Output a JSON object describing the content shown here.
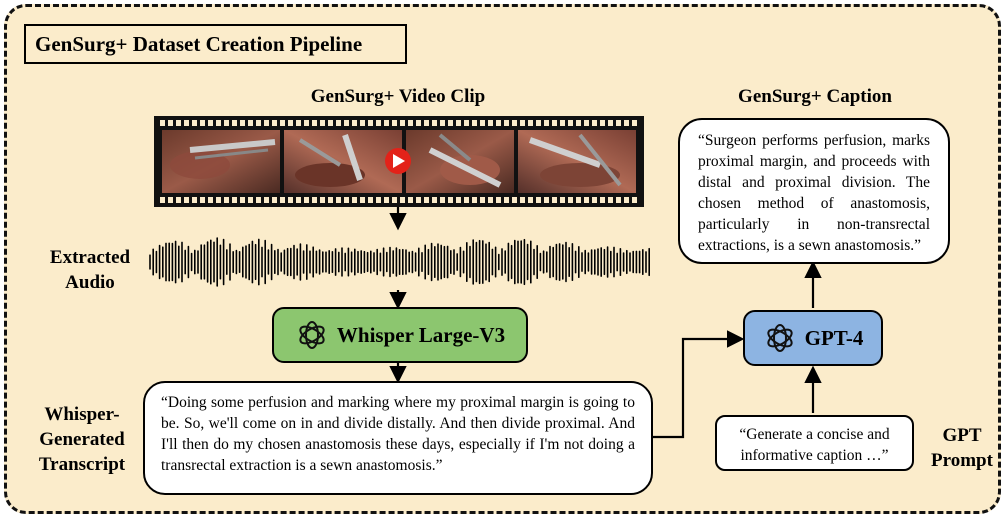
{
  "title": "GenSurg+ Dataset Creation Pipeline",
  "video": {
    "label": "GenSurg+ Video Clip"
  },
  "audio": {
    "label_line1": "Extracted",
    "label_line2": "Audio"
  },
  "whisper": {
    "label": "Whisper Large-V3",
    "color": "#8cc66f",
    "icon": "openai-logo-icon"
  },
  "transcript": {
    "label_line1": "Whisper-",
    "label_line2": "Generated",
    "label_line3": "Transcript",
    "text": "“Doing some perfusion and marking where my proximal margin is going to be. So, we'll come on in and divide distally. And then divide proximal. And I'll then do my chosen anastomosis these days, especially if I'm not doing a transrectal extraction is a sewn anastomosis.”"
  },
  "gpt": {
    "label": "GPT-4",
    "color": "#8db4e2",
    "icon": "openai-logo-icon"
  },
  "prompt": {
    "label_line1": "GPT",
    "label_line2": "Prompt",
    "text": "“Generate a concise and informative caption …”"
  },
  "caption": {
    "label": "GenSurg+ Caption",
    "text": "“Surgeon performs perfusion, marks proximal margin, and proceeds with distal and proximal division. The chosen method of anastomosis, particularly in non-transrectal extractions, is a sewn anastomosis.”"
  },
  "colors": {
    "background": "#fbeccb",
    "play_button": "#e32219",
    "film": "#111111"
  }
}
